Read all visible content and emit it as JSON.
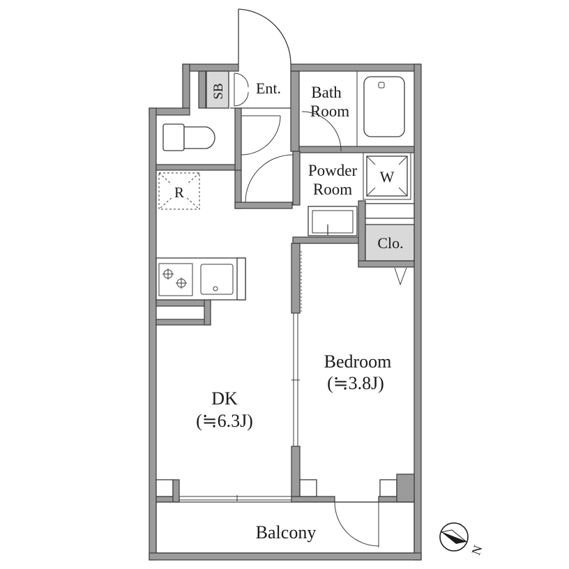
{
  "rooms": {
    "sb": "SB",
    "entrance": "Ent.",
    "bath_line1": "Bath",
    "bath_line2": "Room",
    "powder_line1": "Powder",
    "powder_line2": "Room",
    "washer": "W",
    "refrigerator": "R",
    "closet": "Clo.",
    "bedroom_name": "Bedroom",
    "bedroom_size": "(≒3.8J)",
    "dk_name": "DK",
    "dk_size": "(≒6.3J)",
    "balcony": "Balcony"
  },
  "compass": {
    "north_label": "N"
  },
  "colors": {
    "wall_fill": "#9b9b9b",
    "outline": "#3a3a3a",
    "storage_fill": "#d9d9d9"
  }
}
